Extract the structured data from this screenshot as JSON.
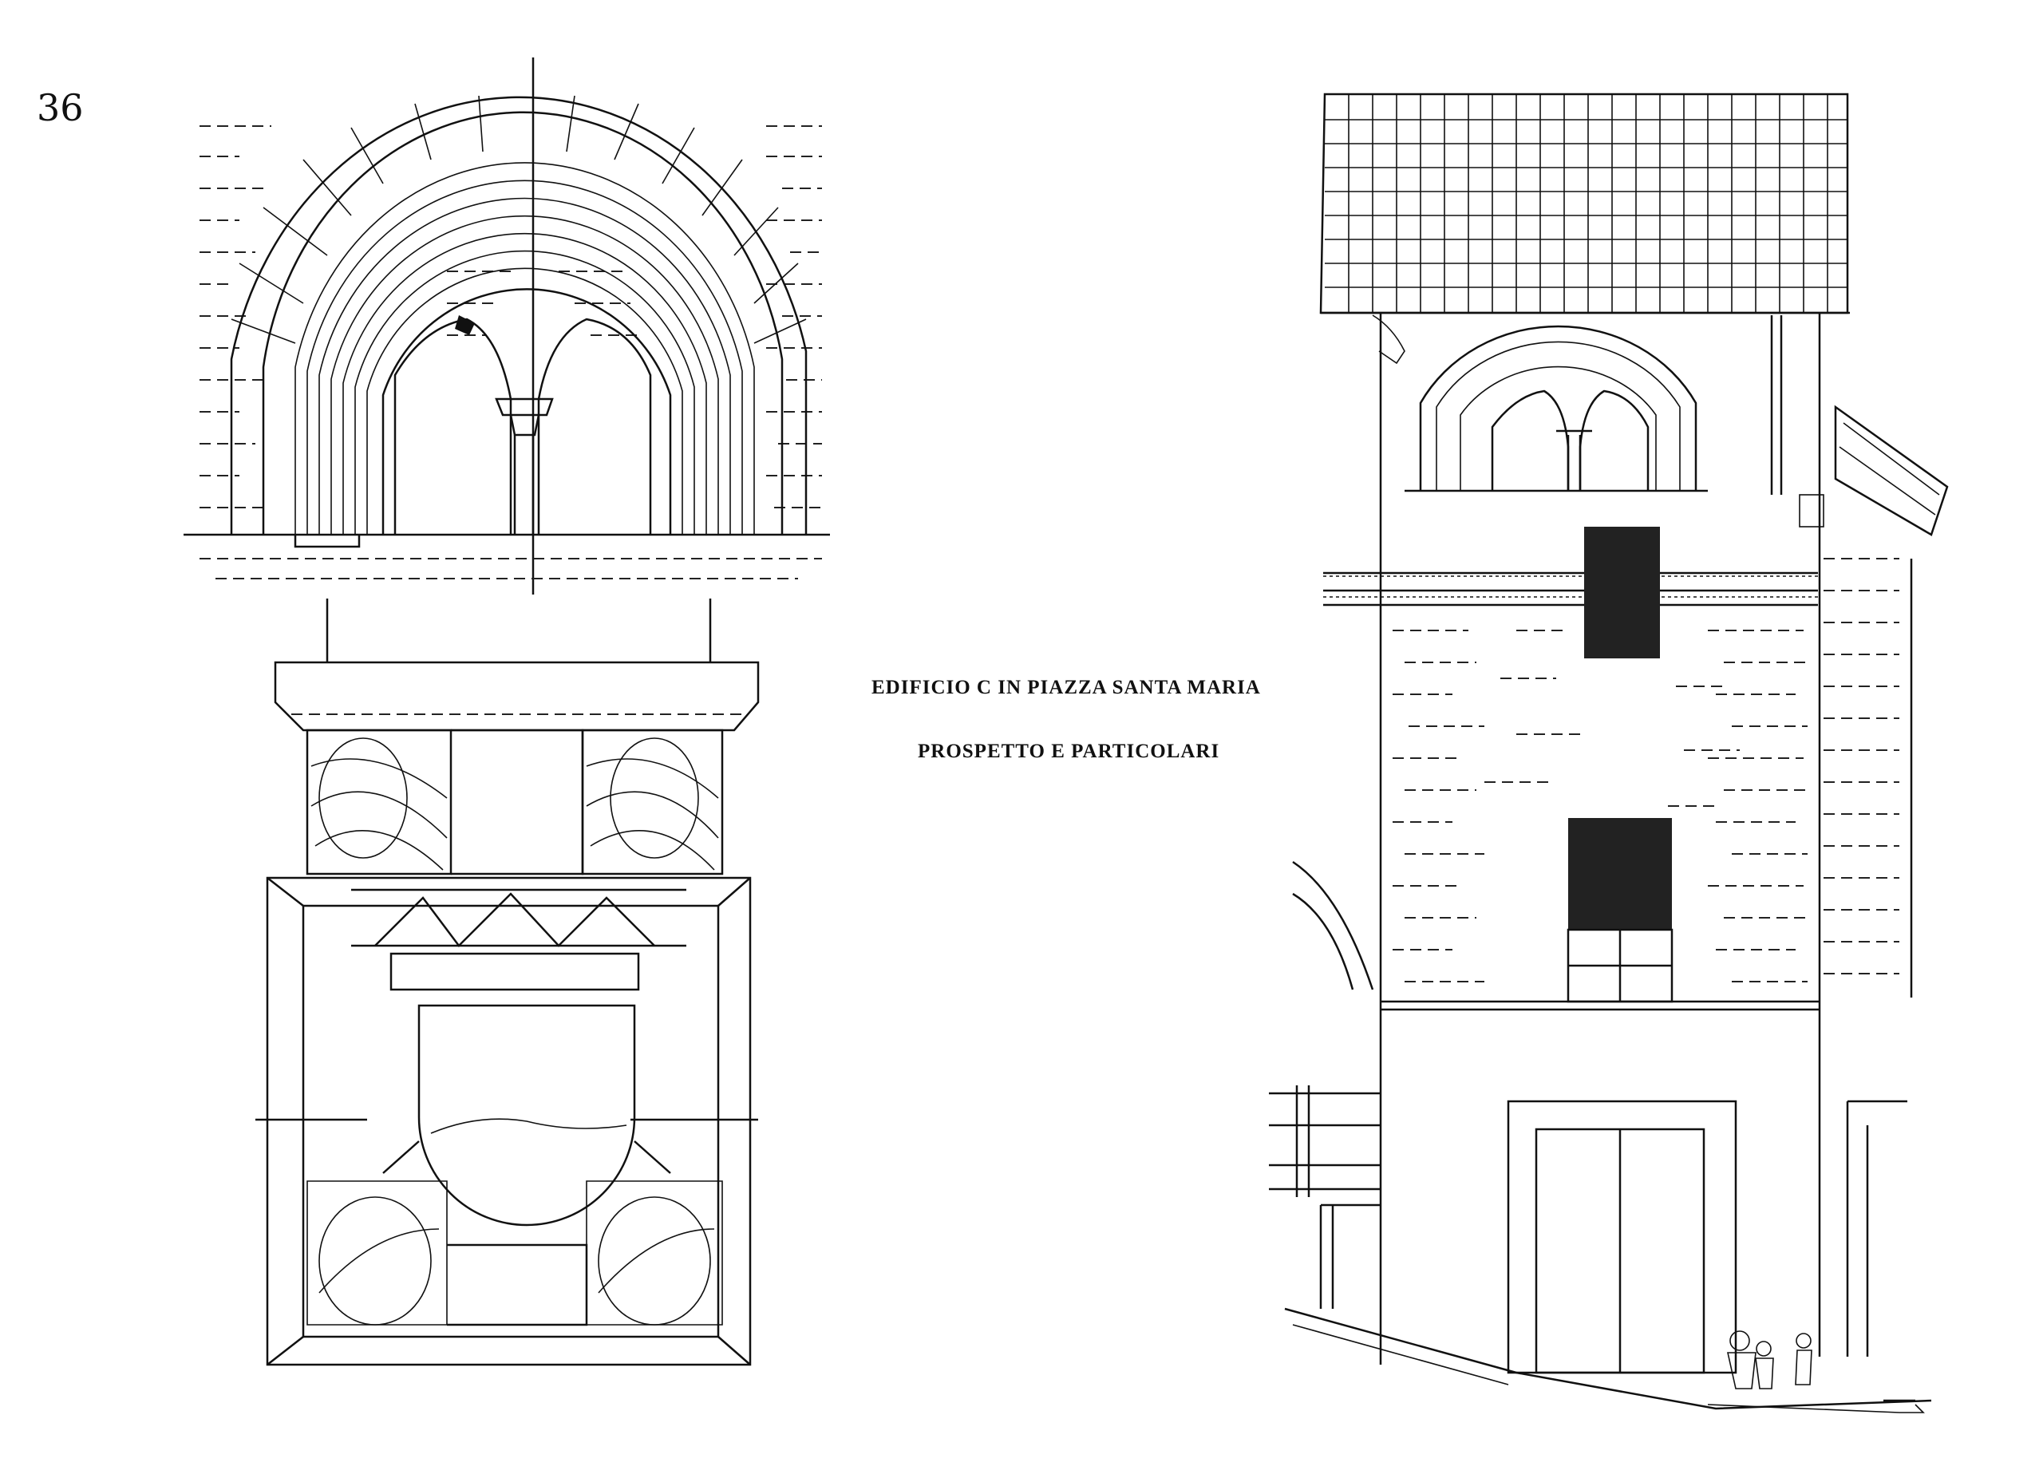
{
  "page": {
    "number": "36",
    "title_line1": "EDIFICIO C IN PIAZZA SANTA MARIA",
    "title_line2": "PROSPETTO E PARTICOLARI"
  },
  "colors": {
    "ink": "#111111",
    "paper": "#ffffff"
  }
}
